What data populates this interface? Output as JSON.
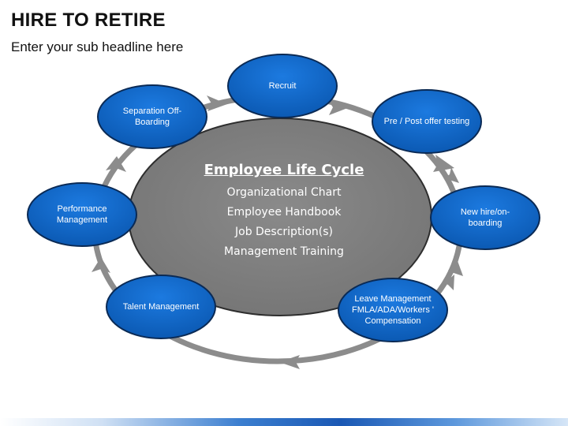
{
  "header": {
    "title": "HIRE TO RETIRE",
    "subtitle": "Enter your sub headline here"
  },
  "center": {
    "title": "Employee Life Cycle",
    "items": [
      "Organizational Chart",
      "Employee Handbook",
      "Job Description(s)",
      "Management Training"
    ]
  },
  "nodes": [
    {
      "label": "Recruit"
    },
    {
      "label": "Pre / Post offer testing"
    },
    {
      "label": "New hire/on-boarding"
    },
    {
      "label": "Leave Management FMLA/ADA/Workers ' Compensation"
    },
    {
      "label": "Talent Management"
    },
    {
      "label": "Performance Management"
    },
    {
      "label": "Separation Off-Boarding"
    }
  ],
  "colors": {
    "node_fill": "#0b63c4",
    "node_stroke": "#0a2a55",
    "center_fill": "#7f7f7f",
    "ring": "#8c8c8c"
  }
}
